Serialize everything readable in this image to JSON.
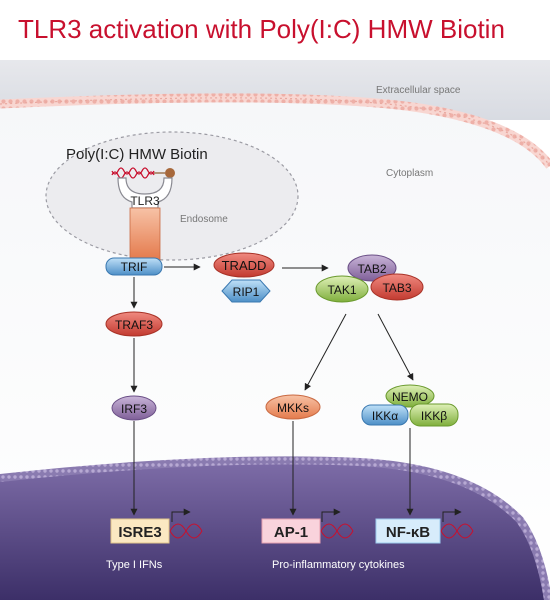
{
  "title": "TLR3 activation with Poly(I:C) HMW Biotin",
  "regions": {
    "extracellular": "Extracellular space",
    "cytoplasm": "Cytoplasm",
    "endosome": "Endosome"
  },
  "ligand": "Poly(I:C) HMW Biotin",
  "receptor": "TLR3",
  "nodes": {
    "trif": "TRIF",
    "tradd": "TRADD",
    "rip1": "RIP1",
    "tab2": "TAB2",
    "tak1": "TAK1",
    "tab3": "TAB3",
    "traf3": "TRAF3",
    "irf3": "IRF3",
    "mkks": "MKKs",
    "nemo": "NEMO",
    "ikka": "IKKα",
    "ikkb": "IKKβ"
  },
  "genes": {
    "isre3": "ISRE3",
    "ap1": "AP-1",
    "nfkb": "NF-κB"
  },
  "outputs": {
    "type1": "Type I IFNs",
    "proinflam": "Pro-inflammatory cytokines"
  },
  "colors": {
    "title": "#c8102e",
    "red_node": "#d9534a",
    "purple_node": "#9a7fae",
    "blue_node": "#4e8fc6",
    "green_node": "#8bb84a",
    "nucleus": "#5a4a8a",
    "membrane": "#f3c6c0"
  }
}
